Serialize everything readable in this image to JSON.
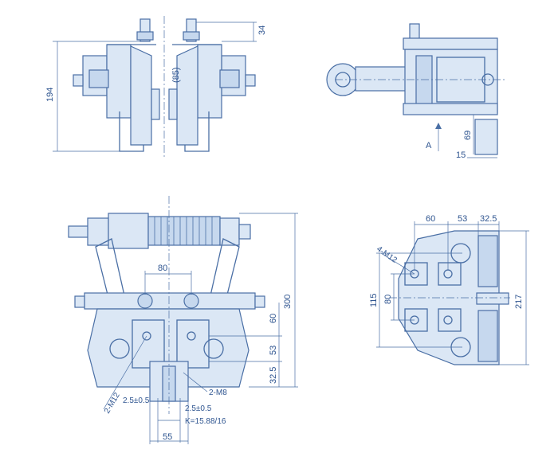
{
  "front_view": {
    "dim_height": "194",
    "dim_top": "34",
    "dim_gap": "(85)"
  },
  "side_view": {
    "dim_69": "69",
    "dim_15": "15",
    "arrow_label": "A"
  },
  "bottom_left_view": {
    "dim_80": "80",
    "dim_300": "300",
    "dim_60": "60",
    "dim_53": "53",
    "dim_32_5": "32.5",
    "label_m12": "2-M12",
    "label_m8": "2-M8",
    "tol_left": "2.5±0.5",
    "tol_right": "2.5±0.5",
    "k_value": "K=15.88/16",
    "dim_55": "55"
  },
  "bottom_right_view": {
    "dim_60": "60",
    "dim_53": "53",
    "dim_32_5": "32.5",
    "label_m12": "4-M12",
    "dim_115": "115",
    "dim_80": "80",
    "dim_217": "217"
  }
}
